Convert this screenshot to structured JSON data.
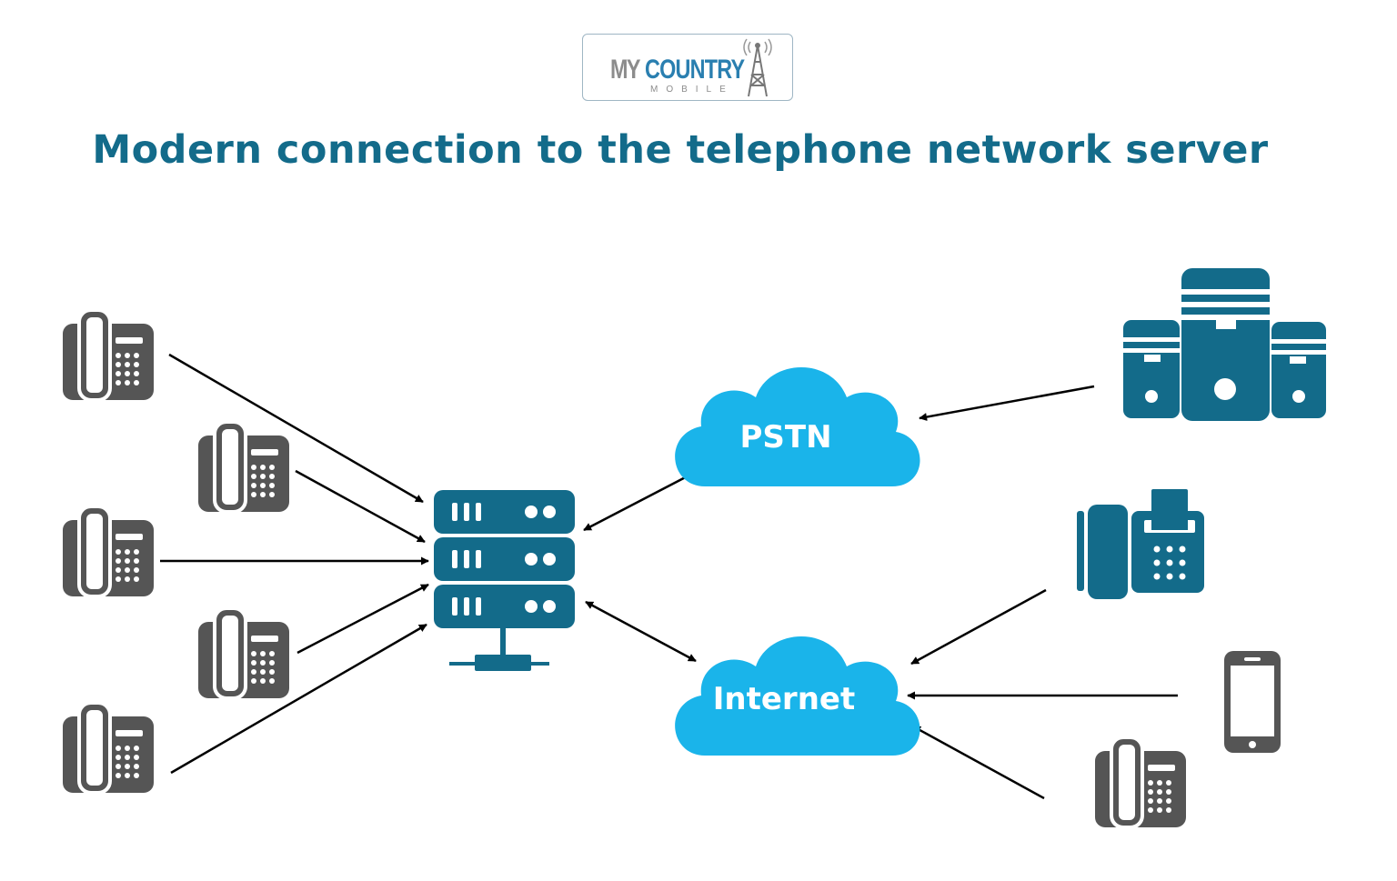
{
  "logo": {
    "word_my": "MY",
    "word_country": "COUNTRY",
    "word_mobile": "MOBILE"
  },
  "title": "Modern connection to the telephone network server",
  "clouds": {
    "pstn": "PSTN",
    "internet": "Internet"
  },
  "colors": {
    "title": "#136b8a",
    "server": "#136b8a",
    "cloud": "#1ab4ea",
    "phone": "#555555",
    "connector": "#000000"
  },
  "icons": {
    "left_phones": [
      "desk-phone-icon",
      "desk-phone-icon",
      "desk-phone-icon",
      "desk-phone-icon",
      "desk-phone-icon"
    ],
    "center": "server-rack-icon",
    "right_top": "pbx-server-icon",
    "right_middle": [
      "fax-phone-icon",
      "smartphone-icon",
      "desk-phone-icon"
    ]
  }
}
